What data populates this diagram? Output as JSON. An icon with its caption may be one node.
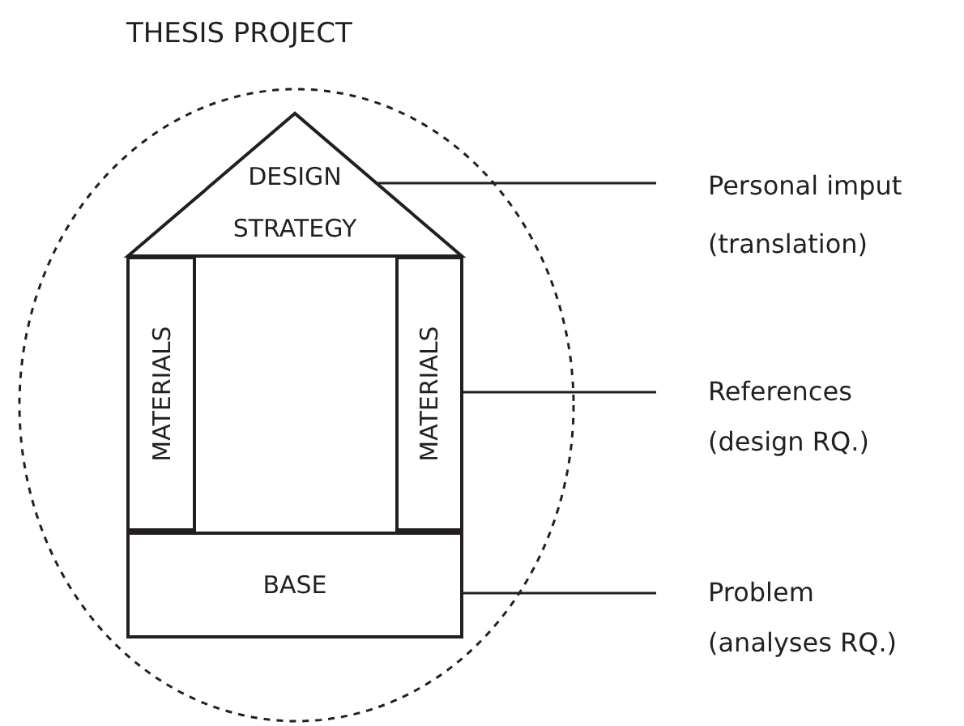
{
  "diagram": {
    "nodes": [
      {
        "text": [
          "THESIS PROJECT"
        ]
      },
      {
        "text": [
          "DESIGN STRATEGY"
        ],
        "in": 0
      },
      {
        "text": [
          "MATERIALS"
        ],
        "in": 0
      },
      {
        "text": [
          "MATERIALS"
        ],
        "in": 0
      },
      {
        "text": [
          "BASE"
        ],
        "in": 0
      },
      {
        "text": [
          "Personal imput (translation)"
        ]
      },
      {
        "text": [
          "References (design RQ.)"
        ]
      },
      {
        "text": [
          "Problem (analyses RQ.)"
        ]
      }
    ],
    "edges": [
      {
        "from": 5,
        "to": 1,
        "arrow": "none"
      },
      {
        "from": 6,
        "to": 3,
        "arrow": "none"
      },
      {
        "from": 7,
        "to": 4,
        "arrow": "none"
      }
    ]
  }
}
